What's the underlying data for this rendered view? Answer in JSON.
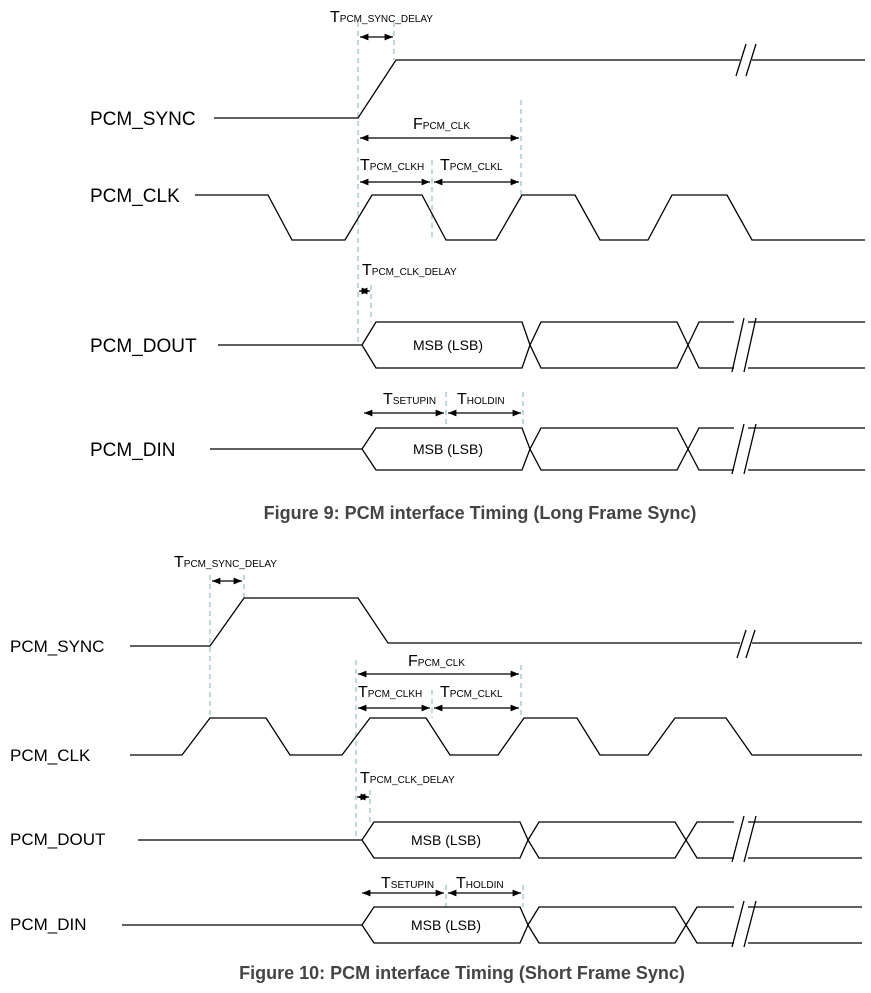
{
  "figure9": {
    "caption": "Figure 9: PCM interface Timing (Long Frame Sync)",
    "signals": {
      "sync": "PCM_SYNC",
      "clk": "PCM_CLK",
      "dout": "PCM_DOUT",
      "din": "PCM_DIN"
    },
    "timing": {
      "sync_delay": {
        "main": "T",
        "sub": "PCM_SYNC_DELAY"
      },
      "clk_period": {
        "main": "F",
        "sub": "PCM_CLK"
      },
      "clk_high": {
        "main": "T",
        "sub": "PCM_CLKH"
      },
      "clk_low": {
        "main": "T",
        "sub": "PCM_CLKL"
      },
      "clk_delay": {
        "main": "T",
        "sub": "PCM_CLK_DELAY"
      },
      "setup": {
        "main": "T",
        "sub": "SETUPIN"
      },
      "hold": {
        "main": "T",
        "sub": "HOLDIN"
      }
    },
    "dout_box": "MSB (LSB)",
    "din_box": "MSB (LSB)"
  },
  "figure10": {
    "caption": "Figure 10: PCM interface Timing (Short Frame Sync)",
    "signals": {
      "sync": "PCM_SYNC",
      "clk": "PCM_CLK",
      "dout": "PCM_DOUT",
      "din": "PCM_DIN"
    },
    "timing": {
      "sync_delay": {
        "main": "T",
        "sub": "PCM_SYNC_DELAY"
      },
      "clk_period": {
        "main": "F",
        "sub": "PCM_CLK"
      },
      "clk_high": {
        "main": "T",
        "sub": "PCM_CLKH"
      },
      "clk_low": {
        "main": "T",
        "sub": "PCM_CLKL"
      },
      "clk_delay": {
        "main": "T",
        "sub": "PCM_CLK_DELAY"
      },
      "setup": {
        "main": "T",
        "sub": "SETUPIN"
      },
      "hold": {
        "main": "T",
        "sub": "HOLDIN"
      }
    },
    "dout_box": "MSB (LSB)",
    "din_box": "MSB (LSB)"
  }
}
